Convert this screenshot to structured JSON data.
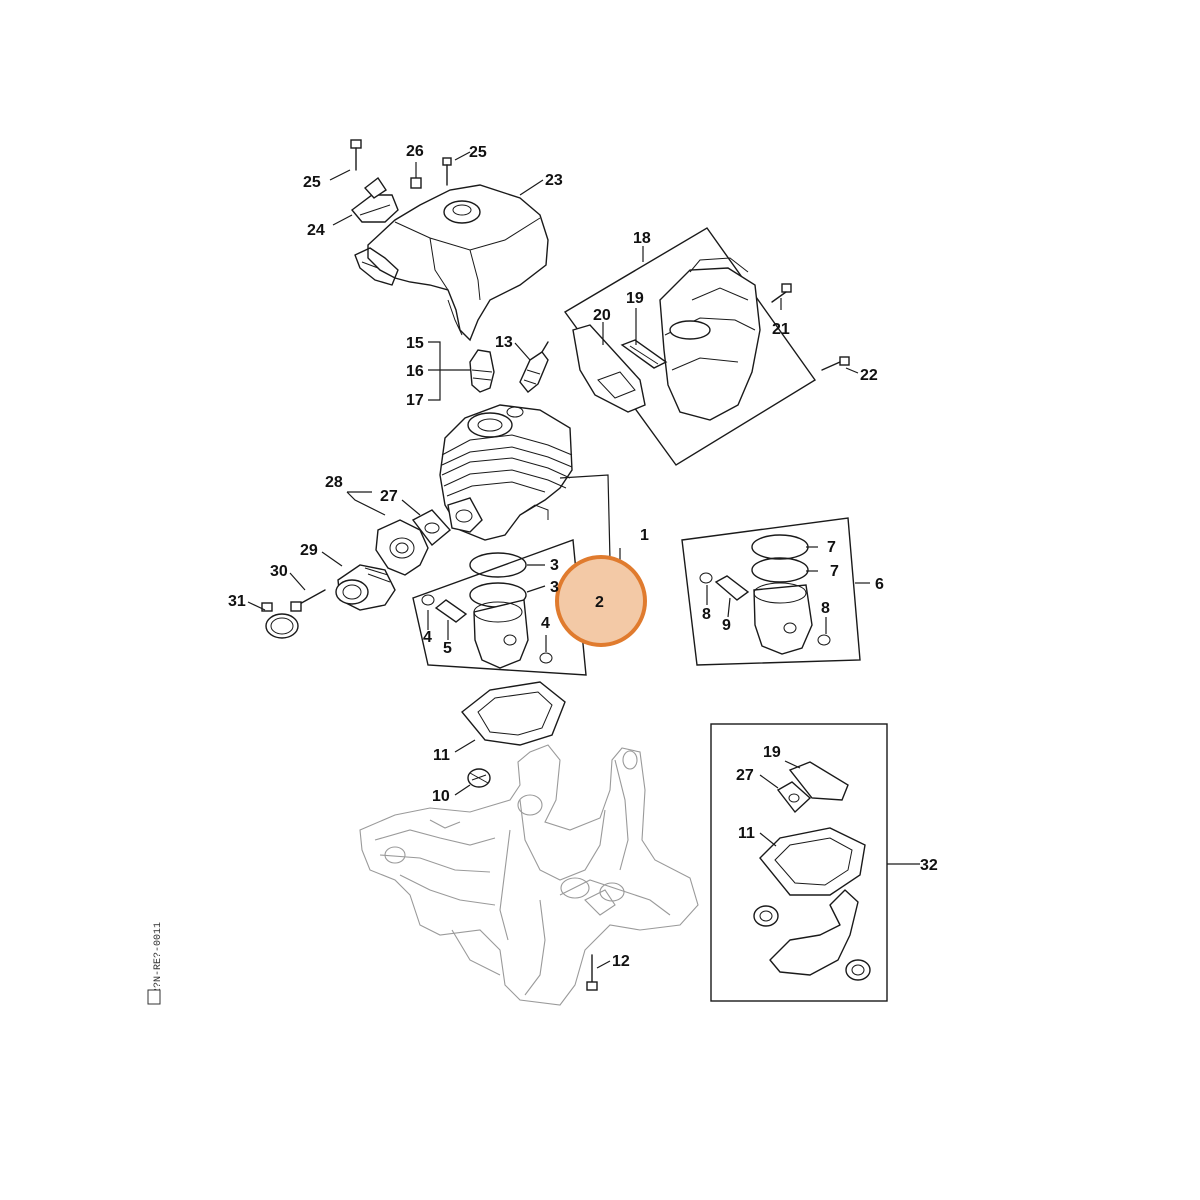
{
  "diagram": {
    "highlight_color": "#e07b2e",
    "highlight_fill": "#f3c9a6",
    "callouts": {
      "c1": "1",
      "c2": "2",
      "c3a": "3",
      "c3b": "3",
      "c4a": "4",
      "c4b": "4",
      "c5": "5",
      "c6": "6",
      "c7a": "7",
      "c7b": "7",
      "c8a": "8",
      "c8b": "8",
      "c9": "9",
      "c10": "10",
      "c11a": "11",
      "c11b": "11",
      "c12": "12",
      "c13": "13",
      "c15": "15",
      "c16": "16",
      "c17": "17",
      "c18": "18",
      "c19a": "19",
      "c19b": "19",
      "c20": "20",
      "c21": "21",
      "c22": "22",
      "c23": "23",
      "c24": "24",
      "c25a": "25",
      "c25b": "25",
      "c26": "26",
      "c27a": "27",
      "c27b": "27",
      "c28": "28",
      "c29": "29",
      "c30": "30",
      "c31": "31",
      "c32": "32"
    },
    "drawing_code": "72?N-RE?-0011"
  }
}
